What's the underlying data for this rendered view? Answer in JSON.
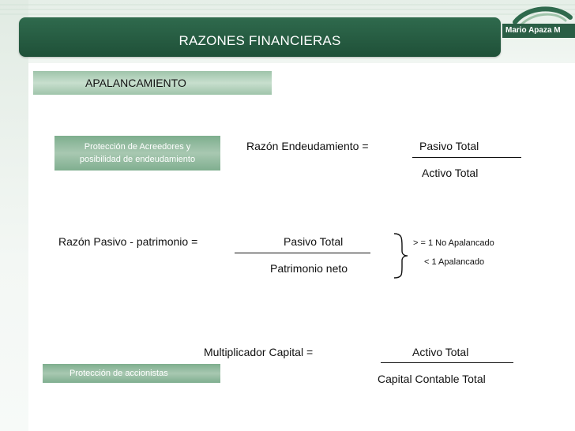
{
  "header": {
    "title": "RAZONES FINANCIERAS",
    "author": "Mario Apaza M"
  },
  "section": {
    "title": "APALANCAMIENTO"
  },
  "creditor_box": {
    "line1": "Protección de Acreedores y",
    "line2": "posibilidad de endeudamiento"
  },
  "shareholder_box": {
    "label": "Protección de accionistas"
  },
  "ratios": {
    "debt_ratio": {
      "label": "Razón Endeudamiento =",
      "numerator": "Pasivo Total",
      "denominator": "Activo Total"
    },
    "debt_equity": {
      "label": "Razón Pasivo - patrimonio =",
      "numerator": "Pasivo Total",
      "denominator": "Patrimonio neto",
      "notes": [
        "> = 1 No Apalancado",
        "< 1 Apalancado"
      ]
    },
    "equity_multiplier": {
      "label": "Multiplicador Capital =",
      "numerator": "Activo Total",
      "denominator": "Capital Contable Total"
    }
  },
  "theme": {
    "title_bar": "#1f5038",
    "label_box": "#7fae8f",
    "background": "#ffffff"
  }
}
